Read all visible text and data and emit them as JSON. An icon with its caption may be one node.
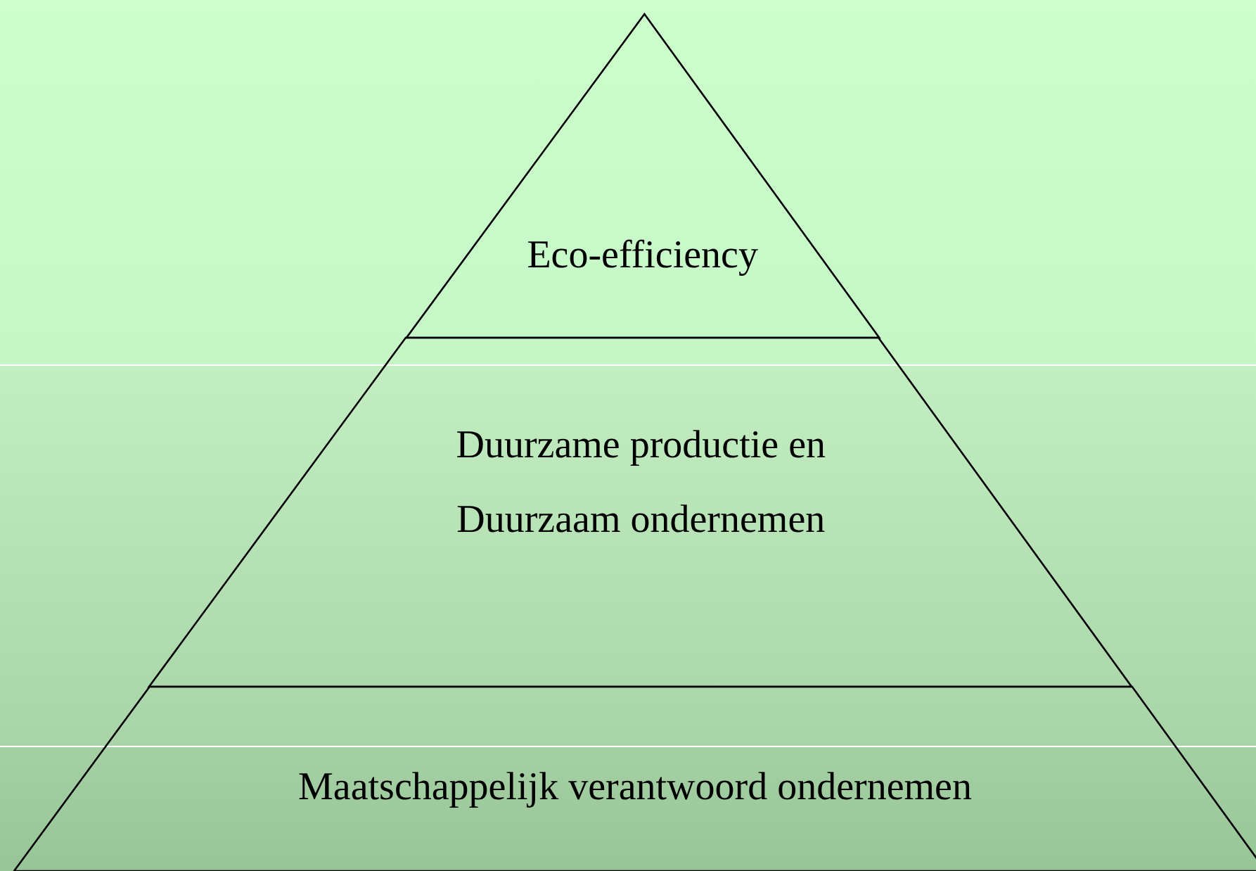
{
  "diagram": {
    "nodes": [
      {
        "text": [
          "Eco-efficiency"
        ]
      },
      {
        "text": [
          "Duurzame productie en Duurzaam ondernemen"
        ]
      },
      {
        "text": [
          "Maatschappelijk verantwoord ondernemen"
        ]
      }
    ],
    "edges": []
  }
}
